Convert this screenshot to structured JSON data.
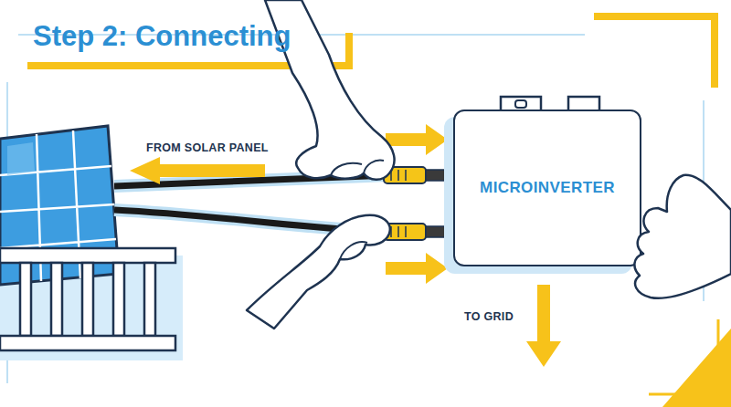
{
  "diagram": {
    "title": "Step 2: Connecting",
    "nodes": [
      {
        "text": [
          "MICROINVERTER"
        ]
      }
    ],
    "labels": [
      "FROM SOLAR PANEL",
      "TO GRID"
    ]
  }
}
